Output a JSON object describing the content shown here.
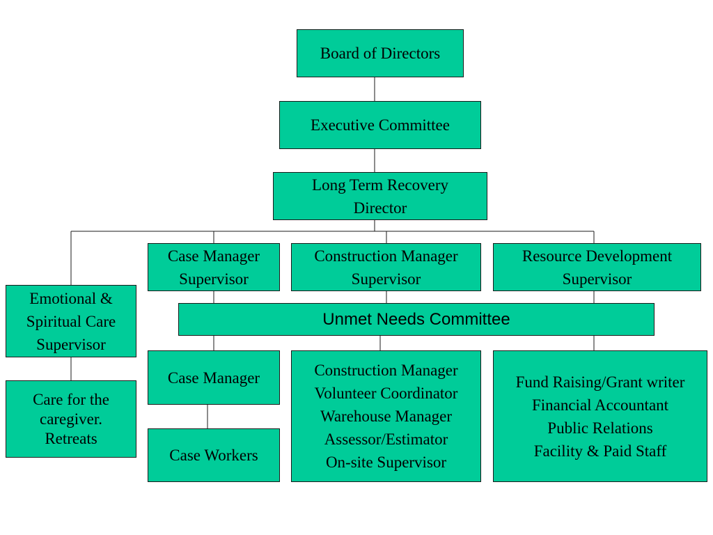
{
  "org_chart": {
    "board": "Board of Directors",
    "executive": "Executive Committee",
    "director": [
      "Long Term Recovery",
      "Director"
    ],
    "case_supervisor": [
      "Case Manager",
      "Supervisor"
    ],
    "construction_supervisor": [
      "Construction Manager",
      "Supervisor"
    ],
    "resource_supervisor": [
      "Resource Development",
      "Supervisor"
    ],
    "emotional_supervisor": [
      "Emotional &",
      "Spiritual Care",
      "Supervisor"
    ],
    "unmet_needs": "Unmet Needs Committee",
    "case_manager": "Case Manager",
    "case_workers": "Case Workers",
    "caregiver": [
      "Care for the",
      "caregiver.",
      "Retreats"
    ],
    "construction_staff": [
      "Construction Manager",
      "Volunteer Coordinator",
      "Warehouse Manager",
      "Assessor/Estimator",
      "On-site Supervisor"
    ],
    "resource_staff": [
      "Fund Raising/Grant writer",
      "Financial  Accountant",
      "Public Relations",
      "Facility & Paid Staff"
    ]
  },
  "colors": {
    "box_fill": "#00cc99",
    "line": "#1a1a1a"
  }
}
